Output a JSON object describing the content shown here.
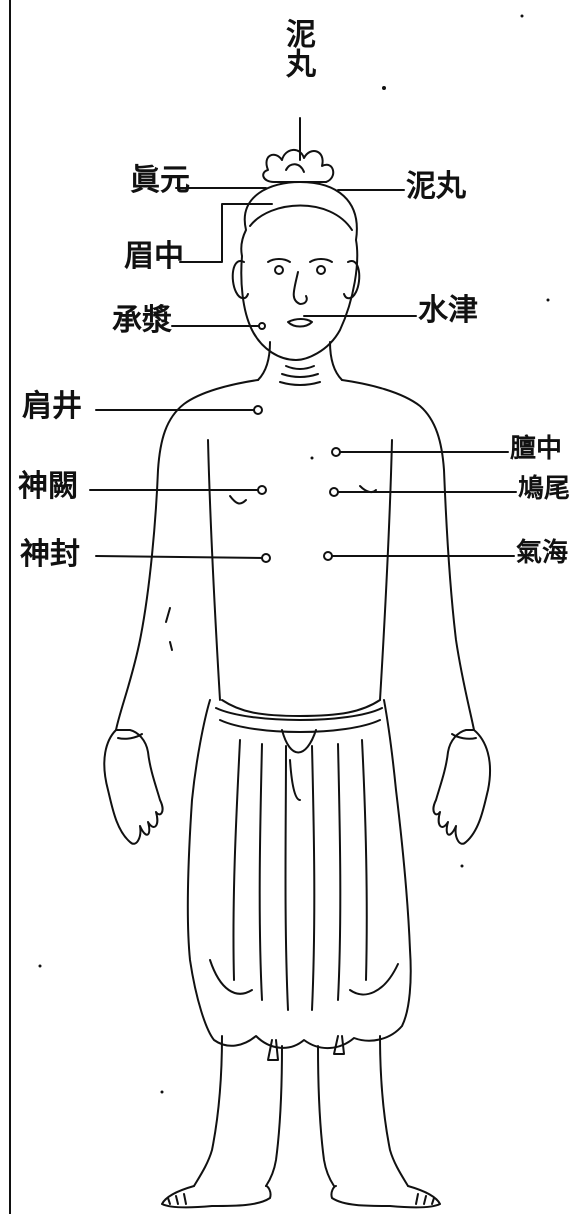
{
  "figure": {
    "labels": {
      "crown": "泥丸",
      "temple_left": "眞元",
      "temple_right": "泥丸",
      "brow": "眉中",
      "cheek": "承漿",
      "mouth": "水津",
      "shoulder": "肩井",
      "chest_left": "神闕",
      "waist_left": "神封",
      "chest_right": "膻中",
      "middle_right": "鳩尾",
      "belly_right": "氣海"
    },
    "ink_color": "#111111",
    "paper_color": "#ffffff"
  }
}
